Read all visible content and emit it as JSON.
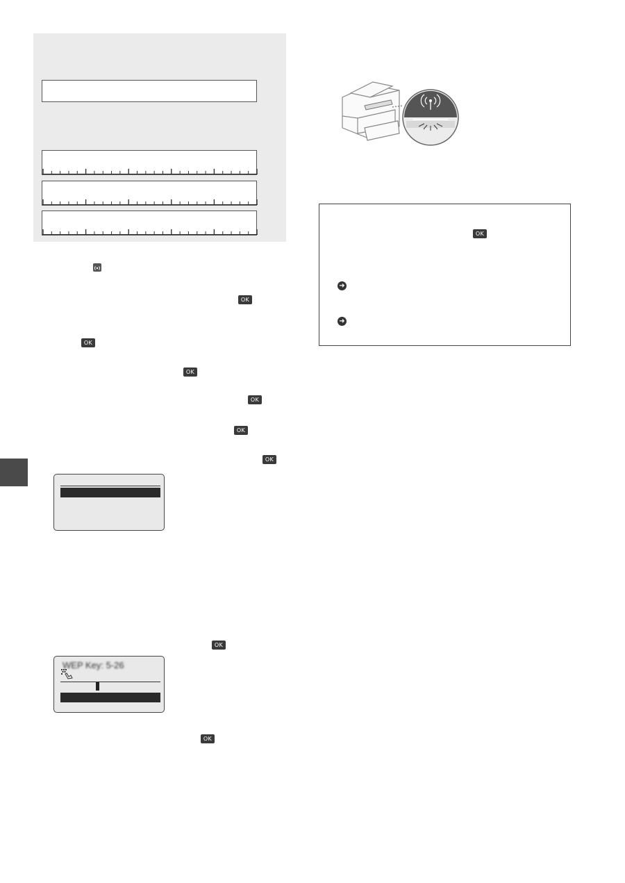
{
  "ok_button": {
    "label": "OK"
  },
  "lcd2": {
    "text": "WEP Key: 5-26"
  },
  "colors": {
    "panel": "#ebebeb",
    "button": "#3a3a3a",
    "lcd": "#e9e9e9"
  },
  "icons": [
    "wifi-button-icon",
    "ok-button-icon",
    "printer-illustration",
    "wireless-lamp-icon",
    "arrow-right-icon",
    "input-hand-icon"
  ]
}
